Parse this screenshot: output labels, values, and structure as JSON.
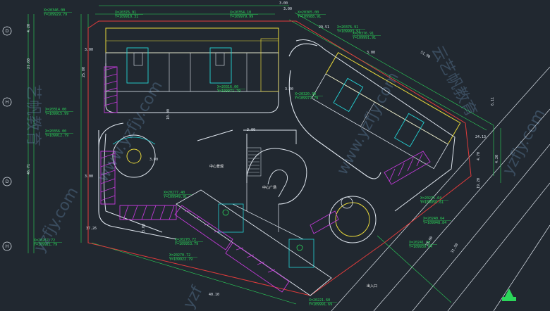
{
  "coordinates": [
    {
      "x": "X=20346.00",
      "y": "Y=109929.79"
    },
    {
      "x": "X=20376.91",
      "y": "Y=109910.31"
    },
    {
      "x": "X=20354.10",
      "y": "Y=109979.99"
    },
    {
      "x": "X=20365.00",
      "y": "Y=109988.91"
    },
    {
      "x": "X=20376.91",
      "y": "Y=109993.91"
    },
    {
      "x": "X=20376.91",
      "y": "Y=109991.91"
    },
    {
      "x": "X=20316.00",
      "y": "Y=109971.79"
    },
    {
      "x": "X=20314.00",
      "y": "Y=109915.99"
    },
    {
      "x": "X=20356.00",
      "y": "Y=109912.79"
    },
    {
      "x": "X=20320.90",
      "y": "Y=109977.79"
    },
    {
      "x": "X=20277.40",
      "y": "Y=109949.91"
    },
    {
      "x": "X=20275.64",
      "y": "Y=109956.61"
    },
    {
      "x": "X=20270.72",
      "y": "Y=109953.79"
    },
    {
      "x": "X=20267.72",
      "y": "Y=109921.79"
    },
    {
      "x": "X=20270.72",
      "y": "Y=109922.79"
    },
    {
      "x": "X=20240.64",
      "y": "Y=109948.84"
    },
    {
      "x": "X=20241.86",
      "y": "Y=109939.64"
    },
    {
      "x": "X=20221.60",
      "y": "Y=109991.69"
    }
  ],
  "dimensions": [
    "3.00",
    "3.00",
    "21.60",
    "3.00",
    "46.71",
    "3.00",
    "25.80",
    "51.90",
    "19.20",
    "29.51",
    "4.20",
    "3.00",
    "3.00",
    "4.70",
    "31.50",
    "37.26",
    "10.00",
    "4.20",
    "6.11",
    "24.13",
    "23.90",
    "40.10",
    "3.00",
    "3.00",
    "3.00"
  ],
  "grid_labels": [
    "D",
    "H",
    "D",
    "H"
  ],
  "area_labels": [
    "中心景观",
    "中心广场",
    "出入口"
  ],
  "watermarks": [
    "艺帆教育",
    "www.yzfjy.com",
    "yzfjy.com",
    "云艺帆教育",
    "www.yzfjy.com",
    "yzfjy.com",
    "yzf"
  ],
  "colors": {
    "background": "#212830",
    "boundary": "#e23b3b",
    "wall": "#dfe6ee",
    "yellow": "#e8d83a",
    "cyan": "#24d4d6",
    "green": "#2bd65a",
    "magenta": "#c03ad6"
  }
}
